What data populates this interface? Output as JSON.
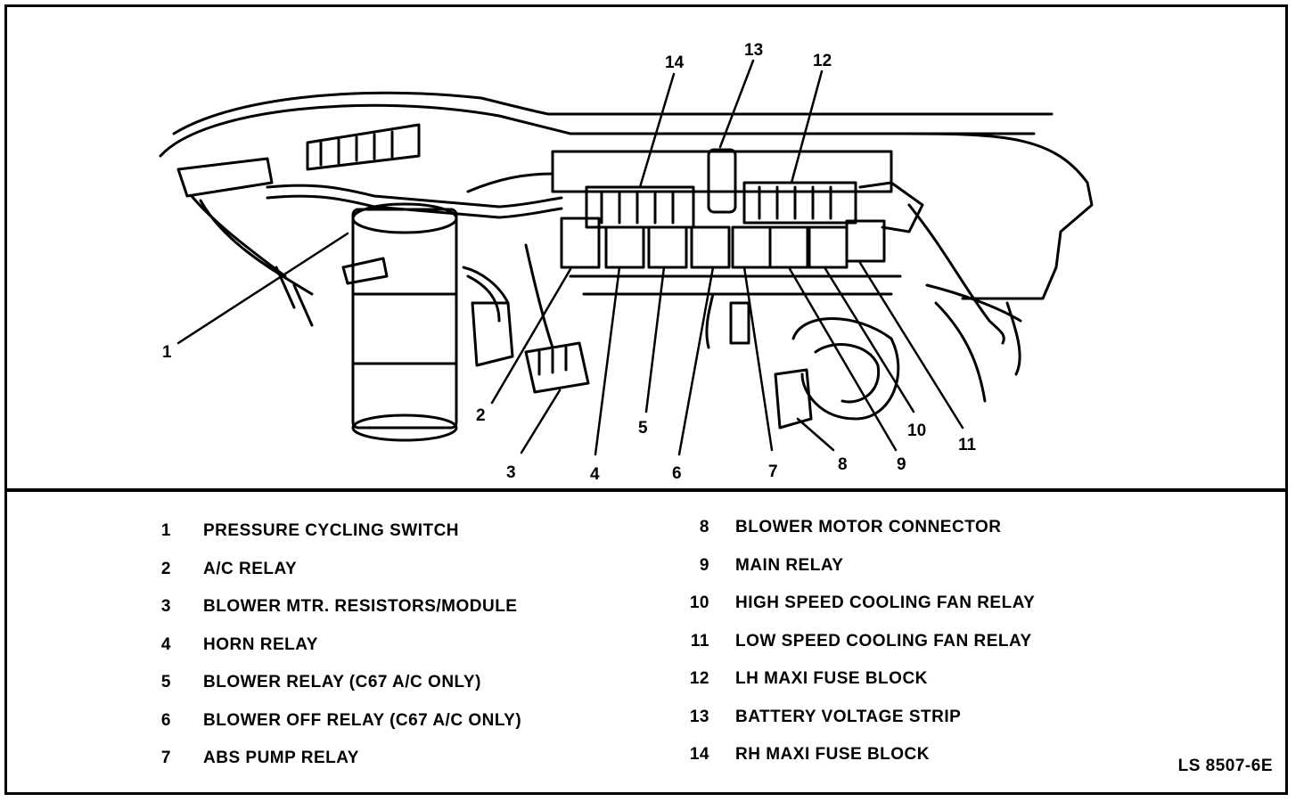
{
  "callouts": [
    "1",
    "2",
    "3",
    "4",
    "5",
    "6",
    "7",
    "8",
    "9",
    "10",
    "11",
    "12",
    "13",
    "14"
  ],
  "legend": [
    {
      "num": "1",
      "text": "PRESSURE CYCLING SWITCH"
    },
    {
      "num": "2",
      "text": "A/C RELAY"
    },
    {
      "num": "3",
      "text": "BLOWER MTR. RESISTORS/MODULE"
    },
    {
      "num": "4",
      "text": "HORN RELAY"
    },
    {
      "num": "5",
      "text": "BLOWER RELAY (C67 A/C ONLY)"
    },
    {
      "num": "6",
      "text": "BLOWER OFF RELAY (C67 A/C ONLY)"
    },
    {
      "num": "7",
      "text": "ABS PUMP RELAY"
    },
    {
      "num": "8",
      "text": "BLOWER MOTOR CONNECTOR"
    },
    {
      "num": "9",
      "text": "MAIN RELAY"
    },
    {
      "num": "10",
      "text": "HIGH SPEED COOLING FAN RELAY"
    },
    {
      "num": "11",
      "text": "LOW SPEED COOLING FAN RELAY"
    },
    {
      "num": "12",
      "text": "LH MAXI FUSE BLOCK"
    },
    {
      "num": "13",
      "text": "BATTERY VOLTAGE STRIP"
    },
    {
      "num": "14",
      "text": "RH MAXI FUSE BLOCK"
    }
  ],
  "drawing_code": "LS 8507-6E"
}
